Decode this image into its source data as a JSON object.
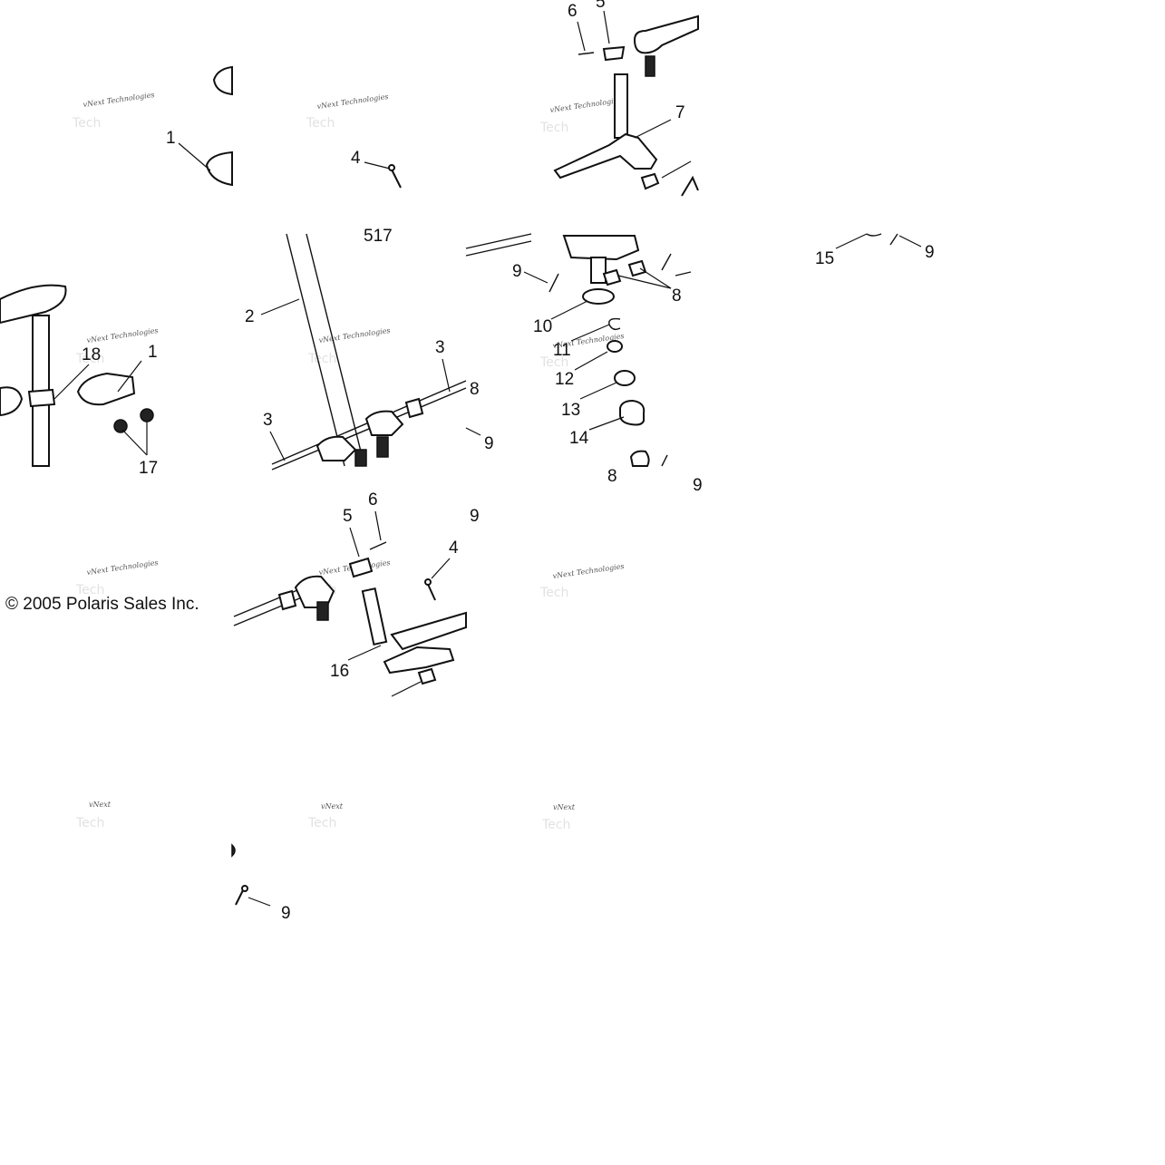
{
  "diagram": {
    "copyright": "© 2005 Polaris Sales Inc.",
    "watermark_text": "vNext Technologies",
    "watermark_short": "vNext",
    "watermark_ghost": "Tech",
    "callouts": {
      "tile_a1": "1",
      "tile_b4": "4",
      "tile_c6": "6",
      "tile_c5": "5",
      "tile_c7": "7",
      "tile_row2_a18": "18",
      "tile_row2_a1": "1",
      "tile_row2_a17": "17",
      "tile_row2_b2": "2",
      "tile_row2_b3a": "3",
      "tile_row2_b3b": "3",
      "tile_row2_b8": "8",
      "tile_row2_b9": "9",
      "tile_row2_b517": "517",
      "tile_row2_c9": "9",
      "tile_row2_c8": "8",
      "tile_row2_c10": "10",
      "tile_row2_c11": "11",
      "tile_row2_c12": "12",
      "tile_row2_c13": "13",
      "tile_row2_c14": "14",
      "tile_row2_c8b": "8",
      "tile_row2_c9b": "9",
      "tile_row2_d15": "15",
      "tile_row2_d9": "9",
      "tile_row3_b6": "6",
      "tile_row3_b5": "5",
      "tile_row3_b9": "9",
      "tile_row3_b4": "4",
      "tile_row3_b16": "16",
      "tile_row4_b9": "9"
    }
  }
}
